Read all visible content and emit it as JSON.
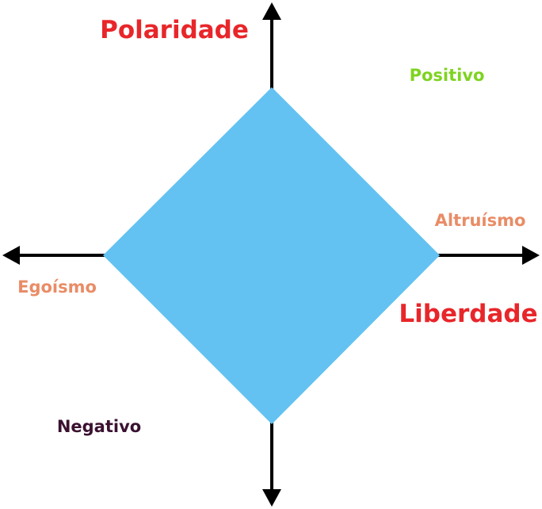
{
  "labels": {
    "top_title": "Polaridade",
    "positive": "Positivo",
    "altruism": "Altruísmo",
    "egoism": "Egoísmo",
    "freedom": "Liberdade",
    "negative": "Negativo"
  },
  "colors": {
    "diamond": "#63c2f1",
    "axis": "#000000",
    "title_red": "#e8262a",
    "positive_green": "#7ed321",
    "side_orange": "#e98c66",
    "negative_dark": "#3a1230"
  }
}
